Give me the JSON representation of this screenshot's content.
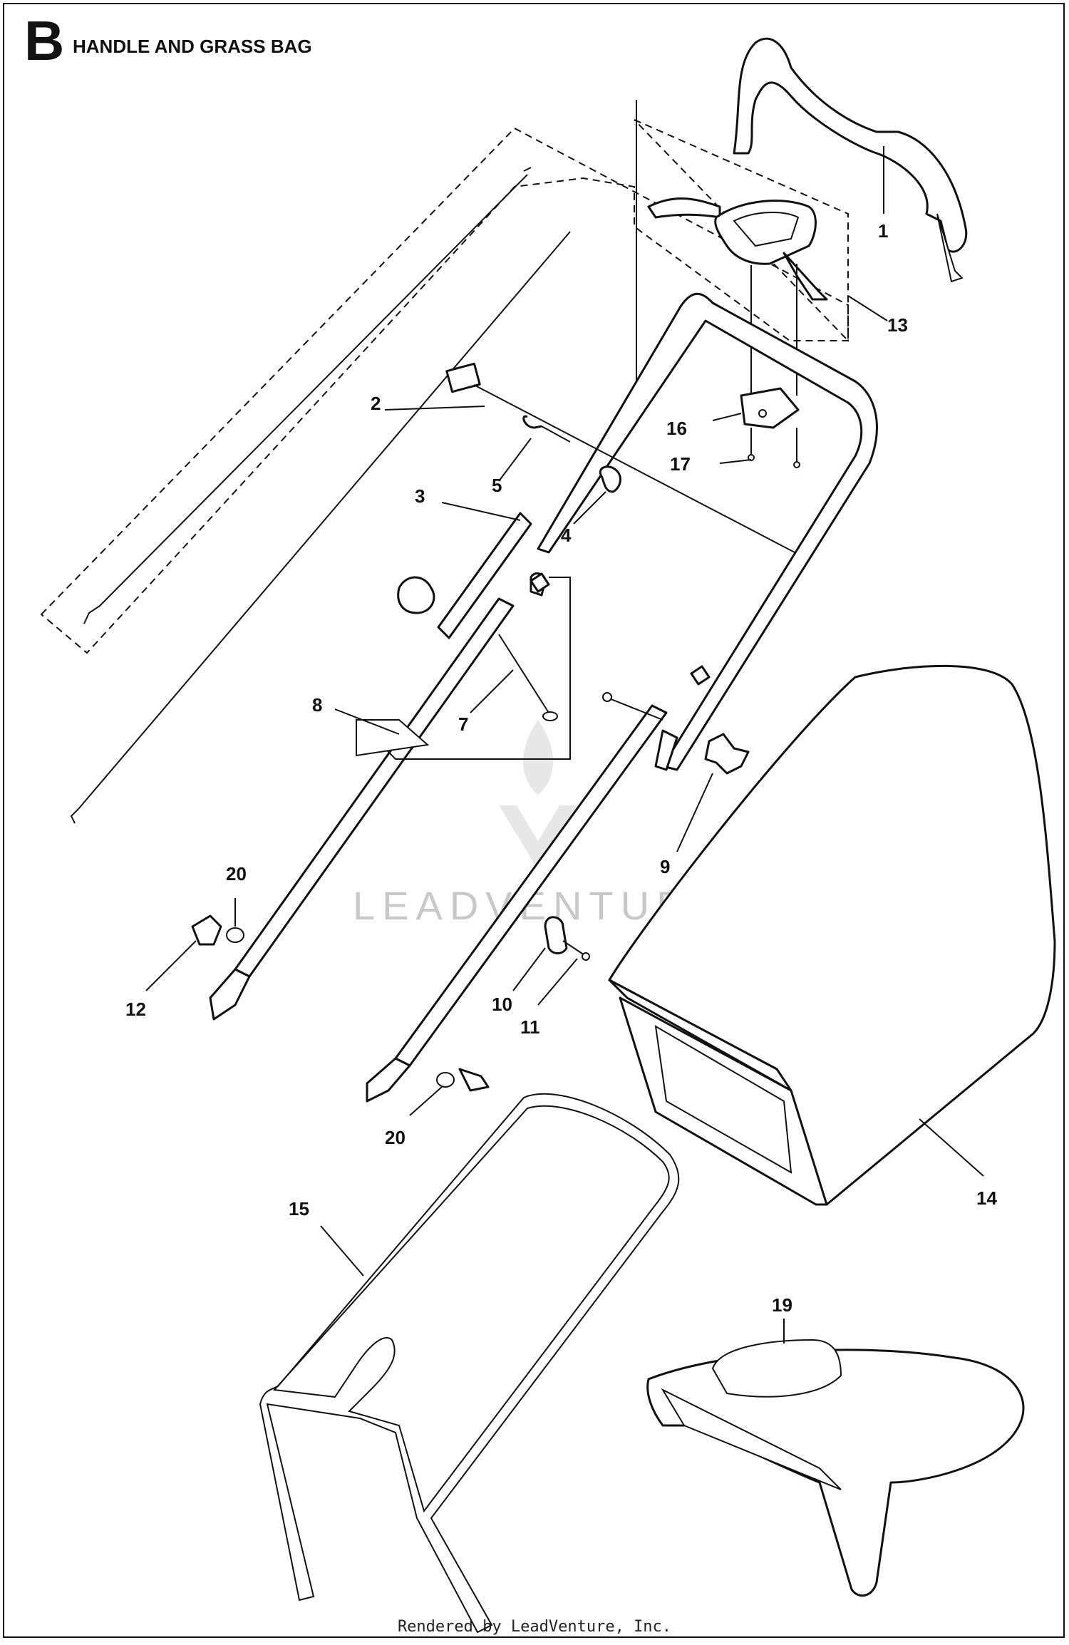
{
  "header": {
    "section_letter": "B",
    "title": "HANDLE AND GRASS BAG"
  },
  "callouts": [
    {
      "id": "c1",
      "label": "1"
    },
    {
      "id": "c2",
      "label": "2"
    },
    {
      "id": "c3",
      "label": "3"
    },
    {
      "id": "c4",
      "label": "4"
    },
    {
      "id": "c5",
      "label": "5"
    },
    {
      "id": "c7",
      "label": "7"
    },
    {
      "id": "c8",
      "label": "8"
    },
    {
      "id": "c9",
      "label": "9"
    },
    {
      "id": "c10",
      "label": "10"
    },
    {
      "id": "c11",
      "label": "11"
    },
    {
      "id": "c12",
      "label": "12"
    },
    {
      "id": "c13",
      "label": "13"
    },
    {
      "id": "c14",
      "label": "14"
    },
    {
      "id": "c15",
      "label": "15"
    },
    {
      "id": "c16",
      "label": "16"
    },
    {
      "id": "c17",
      "label": "17"
    },
    {
      "id": "c19",
      "label": "19"
    },
    {
      "id": "c20a",
      "label": "20"
    },
    {
      "id": "c20b",
      "label": "20"
    }
  ],
  "watermark": "LEADVENTURE",
  "footer": "Rendered by LeadVenture, Inc."
}
